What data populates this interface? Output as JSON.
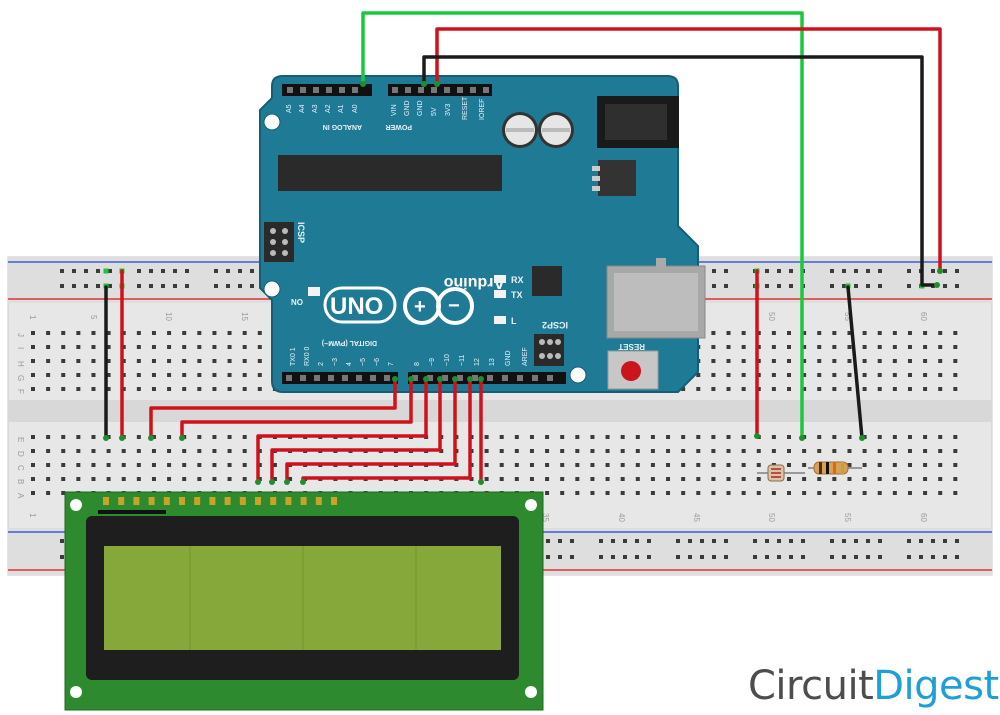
{
  "board": {
    "brand": "Arduino",
    "model": "UNO",
    "power_header_label": "POWER",
    "power_pins": [
      "VIN",
      "GND",
      "GND",
      "5V",
      "3V3",
      "RESET",
      "IOREF"
    ],
    "analog_header_label": "ANALOG IN",
    "analog_pins": [
      "A5",
      "A4",
      "A3",
      "A2",
      "A1",
      "A0"
    ],
    "digital_header_label": "DIGITAL (PWM~)",
    "digital_pins": [
      "TX0 1",
      "RX0 0",
      "2",
      "~3",
      "4",
      "~5",
      "~6",
      "7",
      "8",
      "~9",
      "~10",
      "~11",
      "12",
      "13",
      "GND",
      "AREF"
    ],
    "icsp_label": "ICSP",
    "icsp2_label": "ICSP2",
    "on_label": "ON",
    "tx_label": "TX",
    "rx_label": "RX",
    "l_label": "L",
    "reset_label": "RESET"
  },
  "breadboard": {
    "row_letters_top": [
      "J",
      "I",
      "H",
      "G",
      "F"
    ],
    "row_letters_bottom": [
      "E",
      "D",
      "C",
      "B",
      "A"
    ],
    "column_numbers_top": [
      "1",
      "5",
      "10",
      "15",
      "50",
      "55",
      "60"
    ],
    "column_numbers_bottom": [
      "1",
      "35",
      "40",
      "45",
      "50",
      "55",
      "60"
    ]
  },
  "branding": {
    "part1": "Circuit",
    "part2": "Digest"
  },
  "colors": {
    "board": "#1f7a96",
    "wire_red": "#d0111b",
    "wire_black": "#1a1a1a",
    "wire_green": "#19c93a",
    "lcd_pcb": "#2e8a2e",
    "lcd_screen": "#86a83a",
    "brand_blue": "#1f9fd8"
  }
}
